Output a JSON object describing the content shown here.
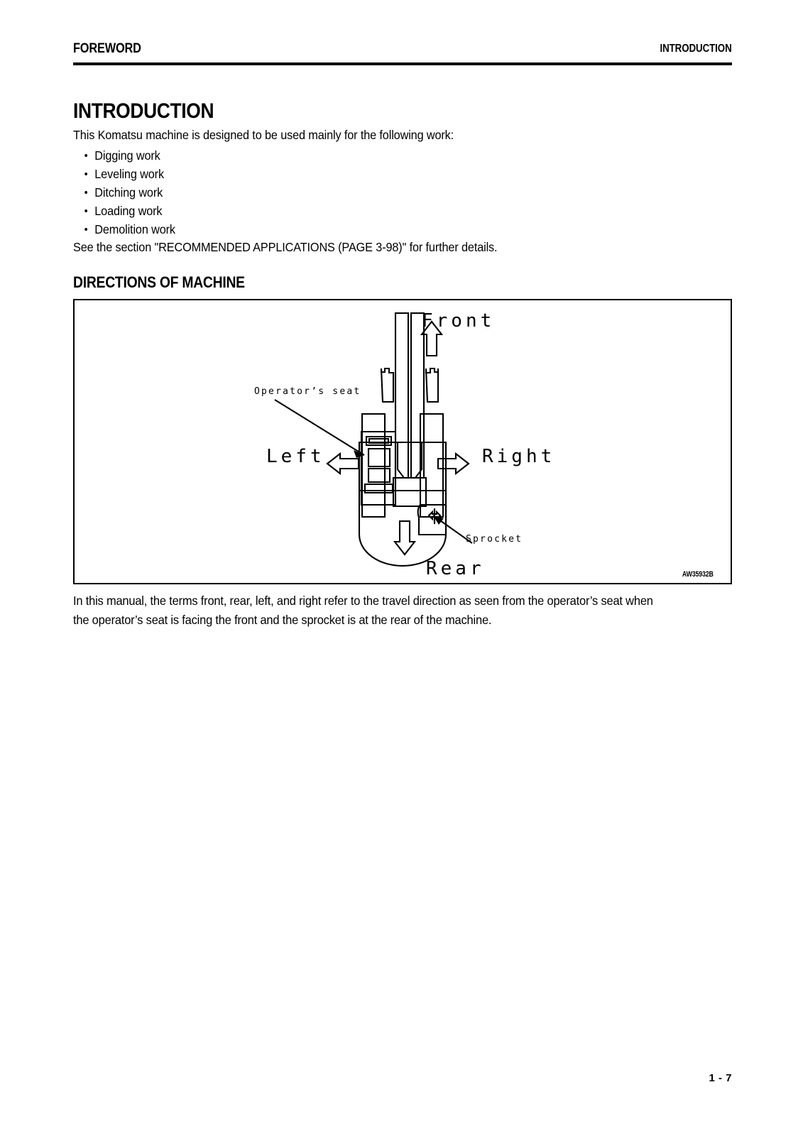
{
  "header": {
    "left_title": "FOREWORD",
    "right_title": "INTRODUCTION"
  },
  "main": {
    "heading": "INTRODUCTION",
    "lead": "This Komatsu machine is designed to be used mainly for the following work:",
    "work_items": [
      "Digging work",
      "Leveling work",
      "Ditching work",
      "Loading work",
      "Demolition work"
    ],
    "see_section": "See the section \"RECOMMENDED APPLICATIONS (PAGE 3-98)\" for further details.",
    "subheading": "DIRECTIONS OF MACHINE"
  },
  "figure": {
    "code": "AW35932B",
    "labels": {
      "front": "Front",
      "rear": "Rear",
      "left": "Left",
      "right": "Right",
      "operator_seat": "Operator’s seat",
      "sprocket": "Sprocket"
    }
  },
  "closing": {
    "line1": "In this manual, the terms front, rear, left, and right refer to the travel direction as seen from the operator’s seat when",
    "line2": "the operator’s seat is facing the front and the sprocket is at the rear of the machine."
  },
  "footer": {
    "page_number": "1 - 7"
  }
}
